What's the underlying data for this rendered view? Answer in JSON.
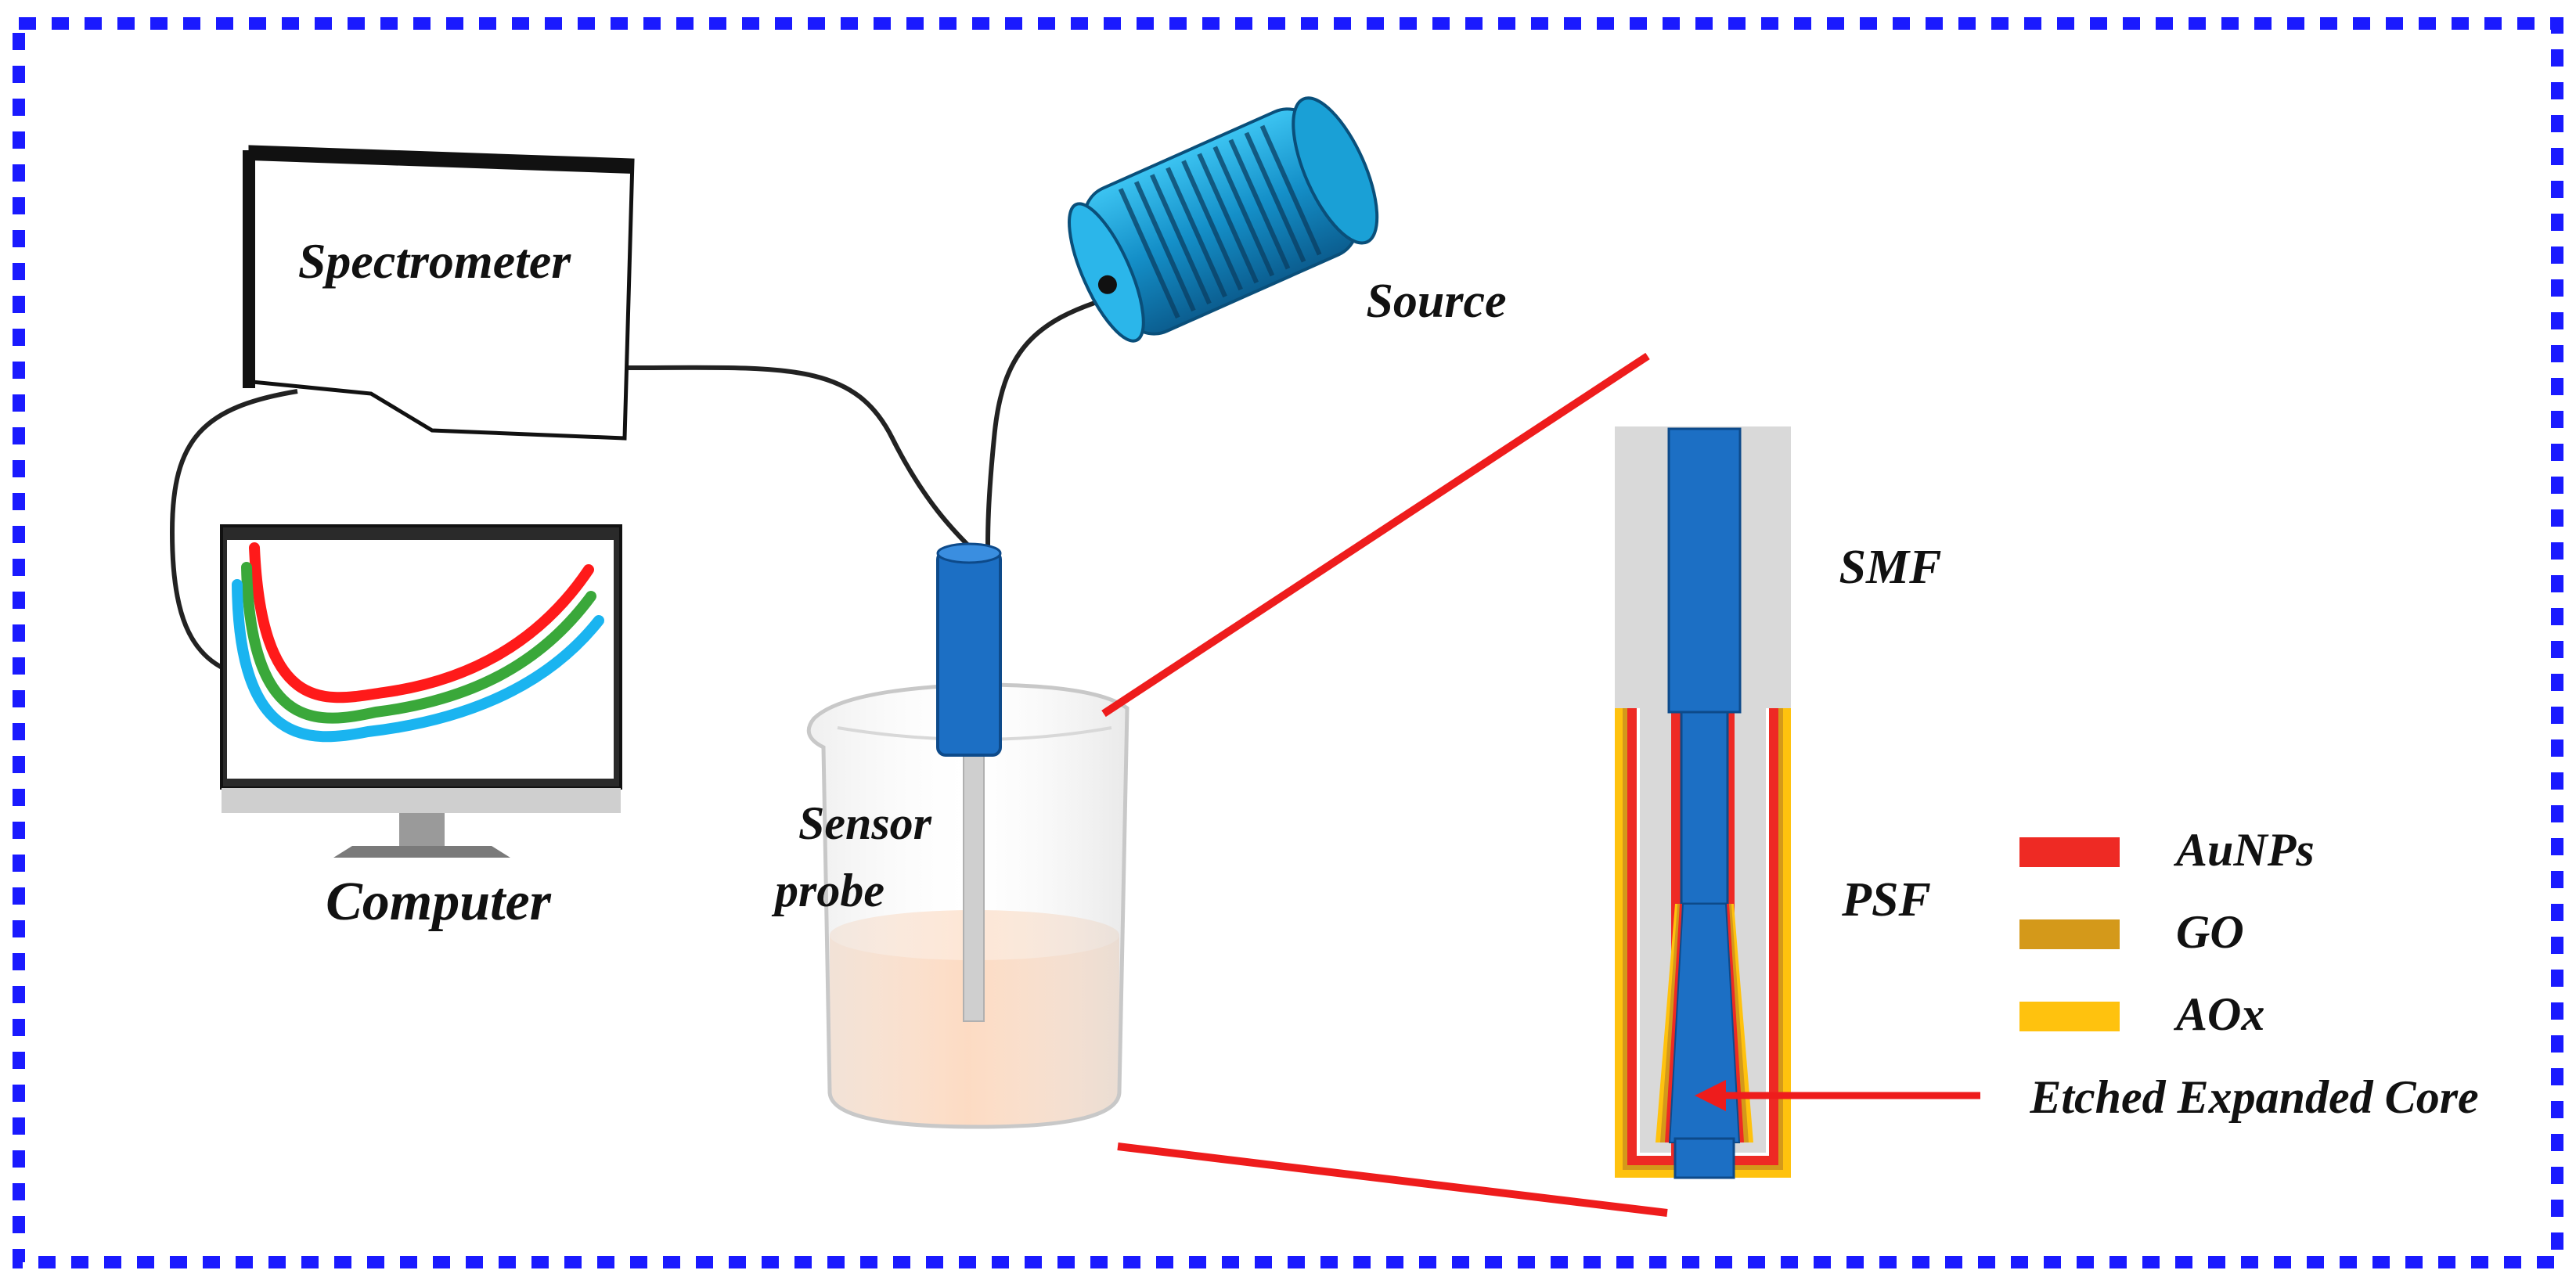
{
  "labels": {
    "spectrometer": "Spectrometer",
    "source": "Source",
    "computer": "Computer",
    "sensor_line1": "Sensor",
    "sensor_line2": "probe",
    "smf": "SMF",
    "psf": "PSF",
    "etched_core": "Etched Expanded Core"
  },
  "legend": [
    {
      "label": "AuNPs",
      "color": "#ee2a24"
    },
    {
      "label": "GO",
      "color": "#d4991a"
    },
    {
      "label": "AOx",
      "color": "#ffc20e"
    }
  ],
  "colors": {
    "border": "#1a1aff",
    "fiber_core": "#1c6fc4",
    "cladding": "#d9d9d9",
    "zoom_lines": "#ee1c1c",
    "liquid": "#fcd2b4",
    "source_body": "#1aa0d6",
    "curve_red": "#ff1a1a",
    "curve_green": "#3aa83a",
    "curve_blue": "#1ab4f0"
  },
  "icons": [
    "spectrometer-icon",
    "light-source-icon",
    "computer-monitor-icon",
    "beaker-icon",
    "sensor-probe-icon"
  ]
}
